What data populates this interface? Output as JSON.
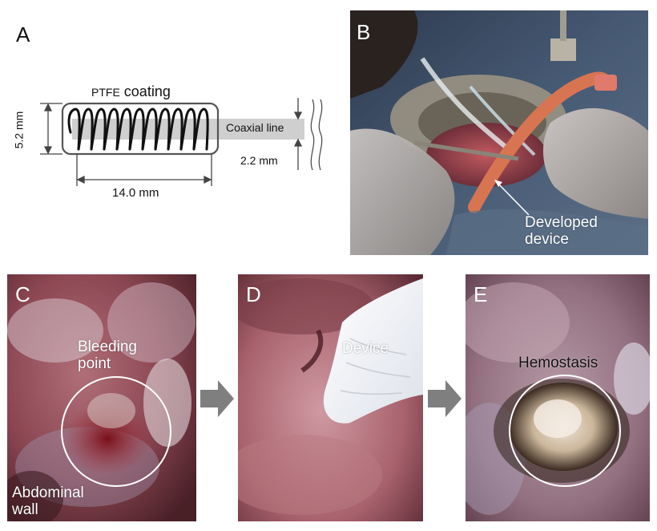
{
  "figure": {
    "panels": {
      "a": {
        "letter": "A",
        "coating_prefix": "PTFE",
        "coating_word": "coating",
        "height_dim": "5.2 mm",
        "length_dim": "14.0 mm",
        "coax_label": "Coaxial line",
        "coax_dim": "2.2 mm"
      },
      "b": {
        "letter": "B",
        "label_line1": "Developed",
        "label_line2": "device"
      },
      "c": {
        "letter": "C",
        "label_line1": "Bleeding",
        "label_line2": "point",
        "wall_line1": "Abdominal",
        "wall_line2": "wall"
      },
      "d": {
        "letter": "D",
        "label": "Device"
      },
      "e": {
        "letter": "E",
        "label": "Hemostasis"
      }
    },
    "colors": {
      "diagram_stroke": "#555555",
      "coil": "#111111",
      "coax_fill": "#cfcfcf",
      "arrow_fill": "#7f7f7f",
      "circle": "#ffffff"
    }
  }
}
